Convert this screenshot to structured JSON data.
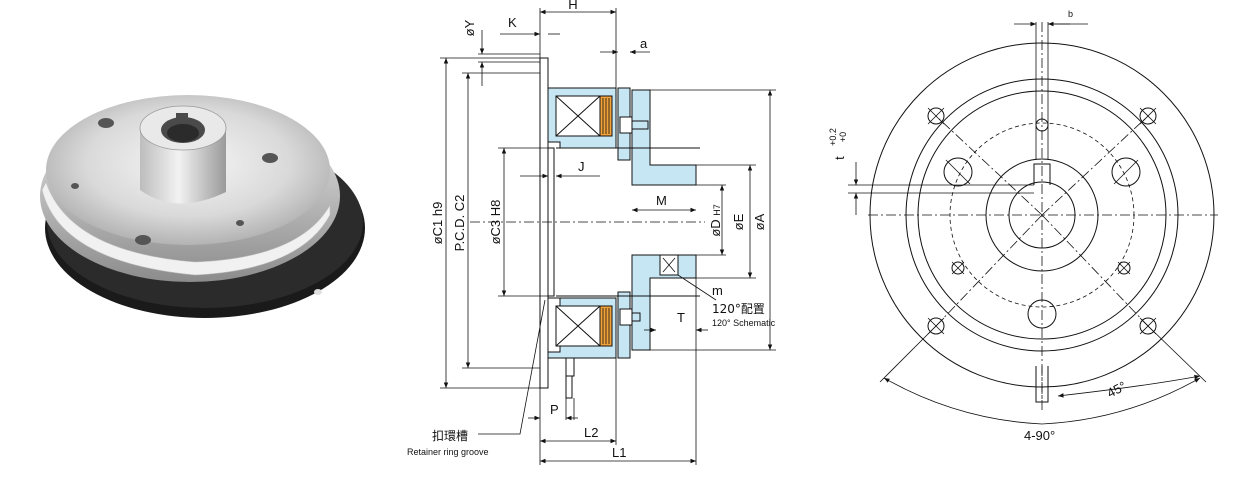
{
  "photo": {
    "description_icon": "brake-photo"
  },
  "side_view": {
    "labels": {
      "H": "H",
      "K": "K",
      "Y": "øY",
      "a": "a",
      "C1": "øC1 h9",
      "C2": "P.C.D. C2",
      "C3": "øC3 H8",
      "J": "J",
      "M": "M",
      "D": "øD",
      "D_tol": "H7",
      "E": "øE",
      "A": "øA",
      "m": "m",
      "schematic_cn": "120°配置",
      "schematic_en": "120° Schematic",
      "T": "T",
      "P": "P",
      "L2": "L2",
      "L1": "L1",
      "groove_cn": "扣環槽",
      "groove_en": "Retainer ring groove"
    }
  },
  "front_view": {
    "labels": {
      "b": "b",
      "t": "t",
      "t_upper": "+0.2",
      "t_lower": "+0",
      "angle45": "45°",
      "angle4_90": "4-90°"
    }
  }
}
